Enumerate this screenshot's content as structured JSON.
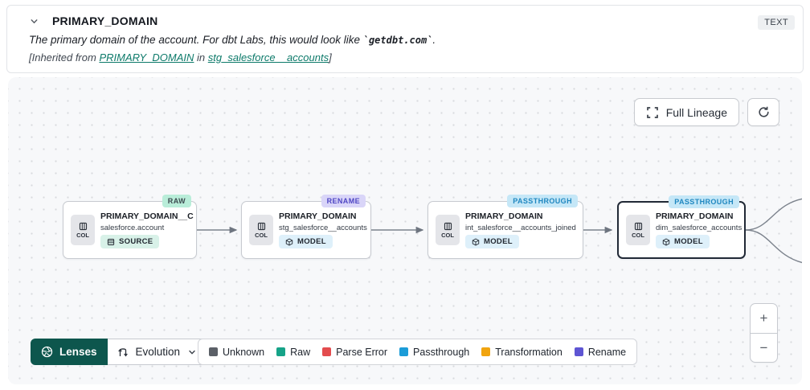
{
  "panel": {
    "title": "PRIMARY_DOMAIN",
    "type_badge": "TEXT",
    "description": {
      "prefix": "The primary domain of the account. For dbt Labs, this would look like ",
      "code": "`getdbt.com`",
      "suffix": "."
    },
    "inherited": {
      "prefix": "[Inherited from ",
      "column_link": "PRIMARY_DOMAIN",
      "middle": " in ",
      "model_link": "stg_salesforce__accounts",
      "suffix": "]"
    }
  },
  "toolbar": {
    "full_lineage": "Full Lineage"
  },
  "nodes": [
    {
      "column_tag": "COL",
      "title": "PRIMARY_DOMAIN__C",
      "subtitle": "salesforce.account",
      "resource_type": "SOURCE",
      "status": "RAW",
      "status_bg": "#b9edd9",
      "status_color": "#3d4a50"
    },
    {
      "column_tag": "COL",
      "title": "PRIMARY_DOMAIN",
      "subtitle": "stg_salesforce__accounts",
      "resource_type": "MODEL",
      "status": "RENAME",
      "status_bg": "#d9d5f8",
      "status_color": "#4f46c4"
    },
    {
      "column_tag": "COL",
      "title": "PRIMARY_DOMAIN",
      "subtitle": "int_salesforce__accounts_joined",
      "resource_type": "MODEL",
      "status": "PASSTHROUGH",
      "status_bg": "#c5e7f7",
      "status_color": "#1f87c0"
    },
    {
      "column_tag": "COL",
      "title": "PRIMARY_DOMAIN",
      "subtitle": "dim_salesforce_accounts",
      "resource_type": "MODEL",
      "status": "PASSTHROUGH",
      "status_bg": "#c5e7f7",
      "status_color": "#1f87c0"
    }
  ],
  "controls": {
    "lenses_label": "Lenses",
    "lens_selected": "Evolution",
    "zoom_in": "+",
    "zoom_out": "−"
  },
  "legend": [
    {
      "label": "Unknown",
      "color": "#5b6067"
    },
    {
      "label": "Raw",
      "color": "#16a388"
    },
    {
      "label": "Parse Error",
      "color": "#e34c4e"
    },
    {
      "label": "Passthrough",
      "color": "#1b9cd8"
    },
    {
      "label": "Transformation",
      "color": "#f1a40f"
    },
    {
      "label": "Rename",
      "color": "#5e55d3"
    }
  ],
  "colors": {
    "canvas_bg": "#f7f8fa",
    "lenses_bg": "#0d564d",
    "link": "#0d7a6a",
    "edge": "#7b828c",
    "selected_node_border": "#212936"
  }
}
